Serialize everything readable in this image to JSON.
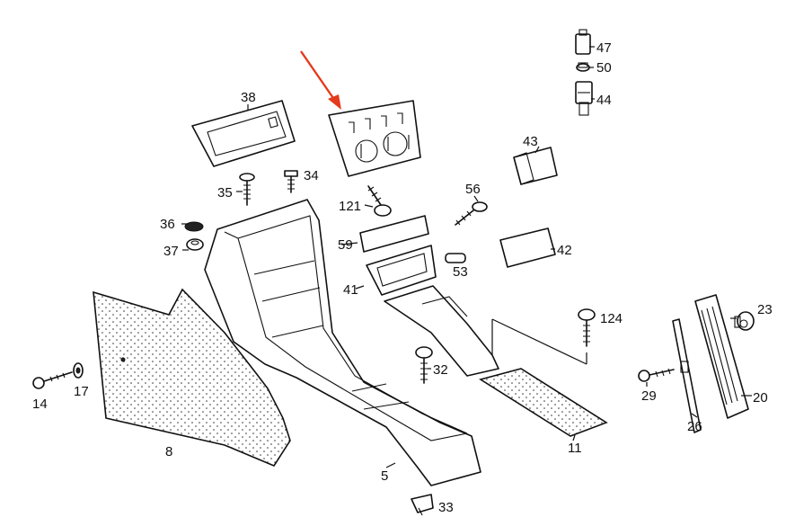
{
  "callouts": {
    "p38": "38",
    "p47": "47",
    "p50": "50",
    "p44": "44",
    "p43": "43",
    "p34": "34",
    "p35": "35",
    "p36": "36",
    "p37": "37",
    "p121": "121",
    "p56": "56",
    "p59": "59",
    "p42": "42",
    "p53": "53",
    "p41": "41",
    "p124": "124",
    "p23": "23",
    "p32": "32",
    "p14": "14",
    "p17": "17",
    "p29": "29",
    "p20": "20",
    "p8": "8",
    "p26": "26",
    "p11": "11",
    "p5": "5",
    "p33": "33"
  },
  "colors": {
    "line": "#111111",
    "highlight_arrow": "#e53a1c",
    "background": "#ffffff"
  }
}
